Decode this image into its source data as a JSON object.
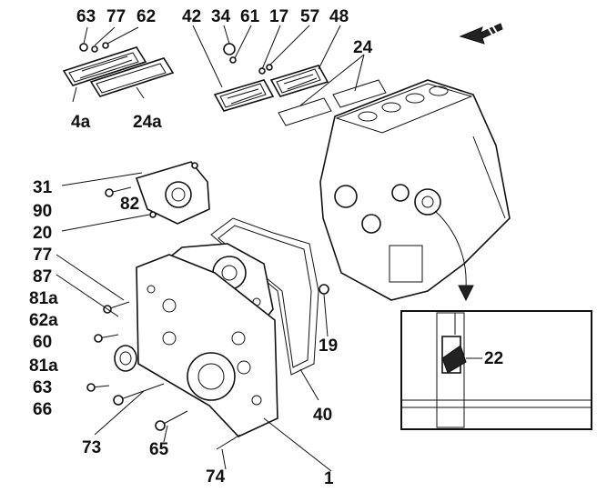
{
  "diagram": {
    "callouts": {
      "c63_top": "63",
      "c77_top": "77",
      "c62_top": "62",
      "c42": "42",
      "c34": "34",
      "c61": "61",
      "c17": "17",
      "c57": "57",
      "c48": "48",
      "c24_top": "24",
      "c4a": "4a",
      "c24a": "24a",
      "c31": "31",
      "c90": "90",
      "c82": "82",
      "c20": "20",
      "c77": "77",
      "c87": "87",
      "c81a_1": "81a",
      "c62a": "62a",
      "c60": "60",
      "c81a_2": "81a",
      "c63": "63",
      "c66": "66",
      "c73": "73",
      "c65": "65",
      "c74": "74",
      "c1": "1",
      "c40": "40",
      "c19": "19",
      "c22": "22"
    },
    "icons": [
      "direction-arrow-icon"
    ]
  }
}
